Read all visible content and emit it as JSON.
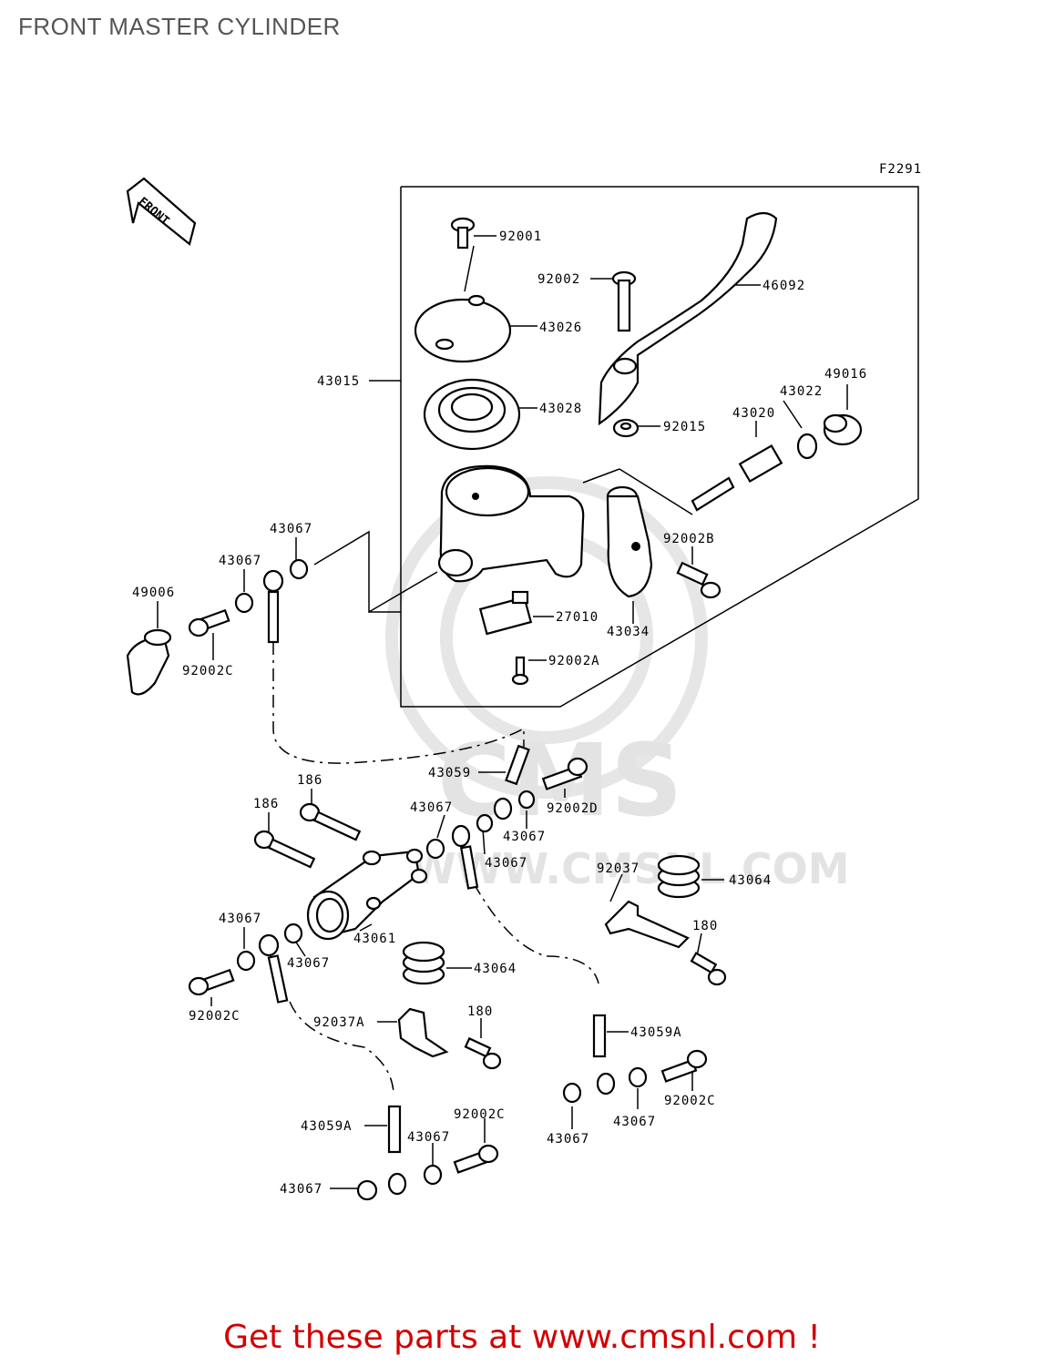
{
  "header": {
    "title": "FRONT MASTER CYLINDER"
  },
  "figure_code": "F2291",
  "front_arrow_text": "FRONT",
  "watermark": {
    "brand": "CMS",
    "url": "WWW.CMSNL.COM"
  },
  "parts": {
    "p92001": "92001",
    "p92002": "92002",
    "p46092": "46092",
    "p43026": "43026",
    "p43015": "43015",
    "p43028": "43028",
    "p92015": "92015",
    "p43020": "43020",
    "p43022": "43022",
    "p49016": "49016",
    "p43067_a": "43067",
    "p43067_b": "43067",
    "p49006": "49006",
    "p92002C_a": "92002C",
    "p92002B": "92002B",
    "p27010": "27010",
    "p43034": "43034",
    "p92002A": "92002A",
    "p43059": "43059",
    "p92002D": "92002D",
    "p186_a": "186",
    "p186_b": "186",
    "p43067_c": "43067",
    "p43067_d": "43067",
    "p43067_e": "43067",
    "p92037": "92037",
    "p43064_a": "43064",
    "p180_a": "180",
    "p43067_f": "43067",
    "p43061": "43061",
    "p43067_g": "43067",
    "p92002C_b": "92002C",
    "p43064_b": "43064",
    "p92037A": "92037A",
    "p180_b": "180",
    "p43059A_a": "43059A",
    "p92002C_c": "92002C",
    "p43067_h": "43067",
    "p43067_i": "43067",
    "p43059A_b": "43059A",
    "p92002C_d": "92002C",
    "p43067_j": "43067",
    "p43067_k": "43067"
  },
  "footer": {
    "text": "Get these parts at www.cmsnl.com !"
  }
}
